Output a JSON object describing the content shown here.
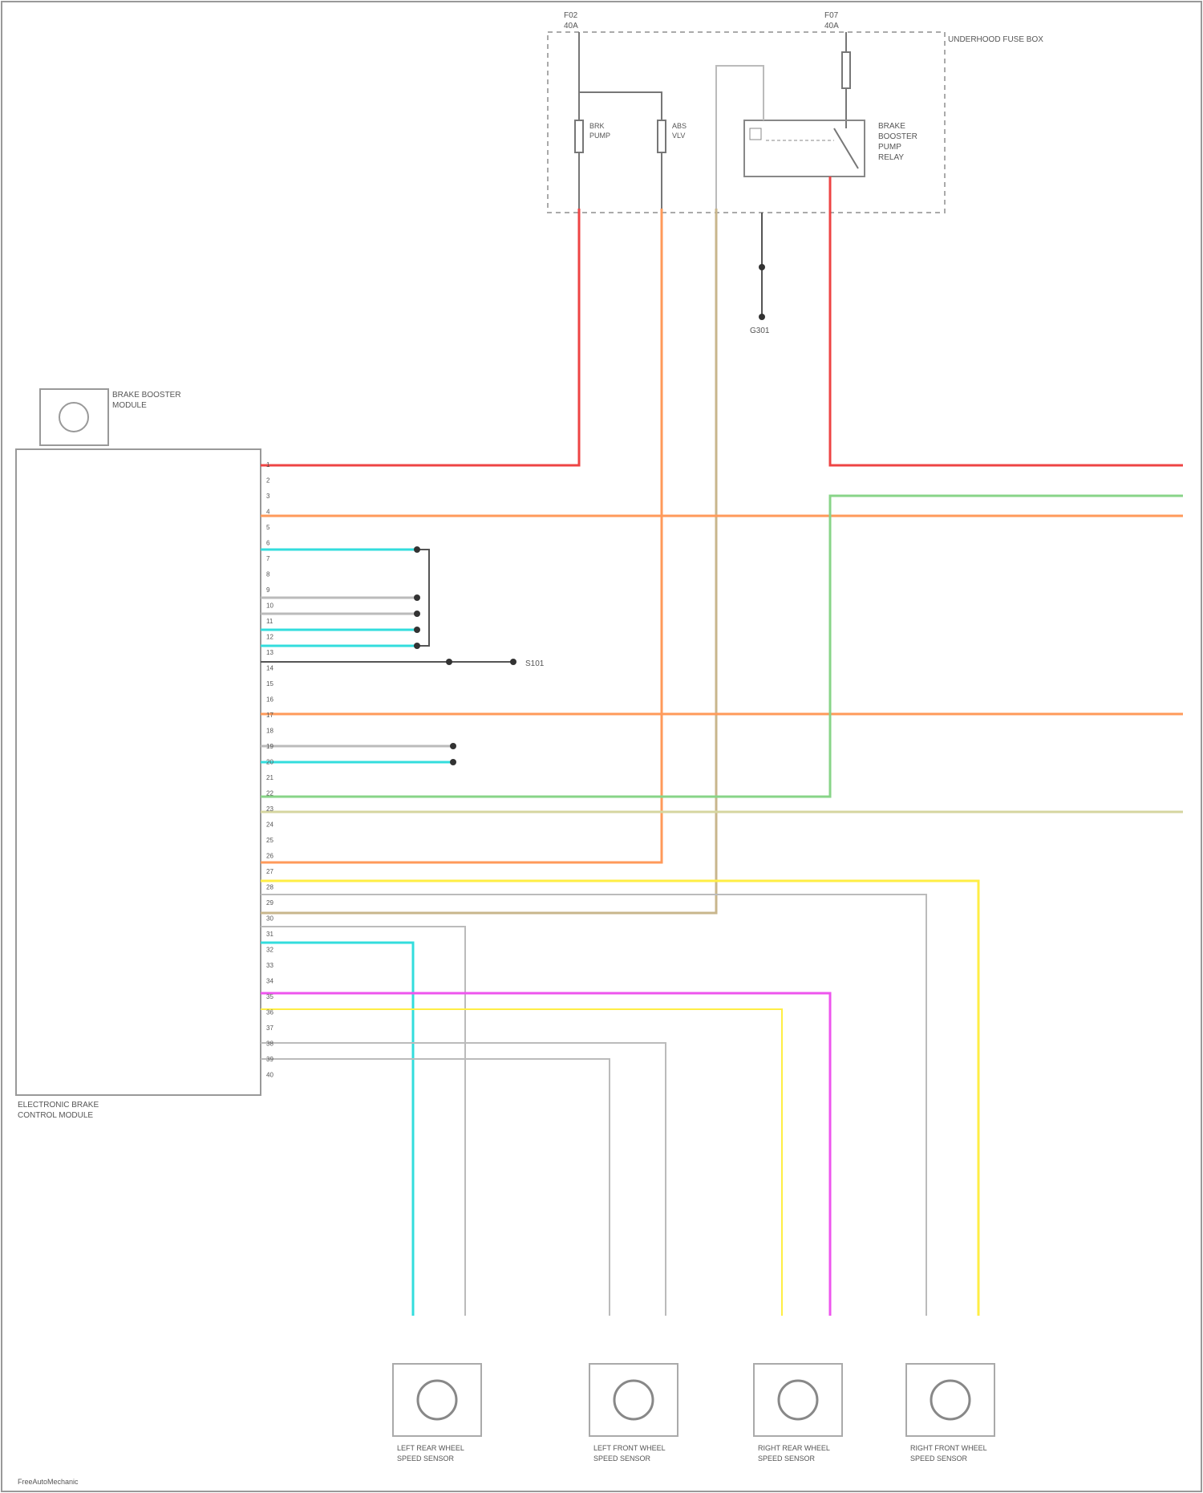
{
  "fuse_labels": {
    "fuse_left": [
      "F02",
      "40A"
    ],
    "fuse_right": [
      "F07",
      "40A"
    ]
  },
  "labels": {
    "underhood_box": "UNDERHOOD FUSE BOX",
    "module_name": [
      "ELECTRONIC BRAKE",
      "CONTROL MODULE"
    ],
    "ground_name": "G301",
    "splice_name": "S101",
    "booster_relay": [
      "BRAKE",
      "BOOSTER",
      "PUMP",
      "RELAY"
    ],
    "small_module": [
      "BRAKE BOOSTER",
      "MODULE"
    ],
    "watermark": "FreeAutoMechanic"
  },
  "pins": {
    "count": 40
  },
  "wire_colors": {
    "red": "#ee4444",
    "orange": "#ff9a5a",
    "green": "#88d488",
    "cyan": "#33dddd",
    "yellow": "#ffee44",
    "magenta": "#ee55ee",
    "tan": "#c8b68c",
    "gray": "#bbbbbb",
    "black": "#555555"
  },
  "sensors": [
    {
      "label": [
        "LEFT REAR WHEEL",
        "SPEED SENSOR"
      ]
    },
    {
      "label": [
        "LEFT FRONT WHEEL",
        "SPEED SENSOR"
      ]
    },
    {
      "label": [
        "RIGHT REAR WHEEL",
        "SPEED SENSOR"
      ]
    },
    {
      "label": [
        "RIGHT FRONT WHEEL",
        "SPEED SENSOR"
      ]
    }
  ]
}
